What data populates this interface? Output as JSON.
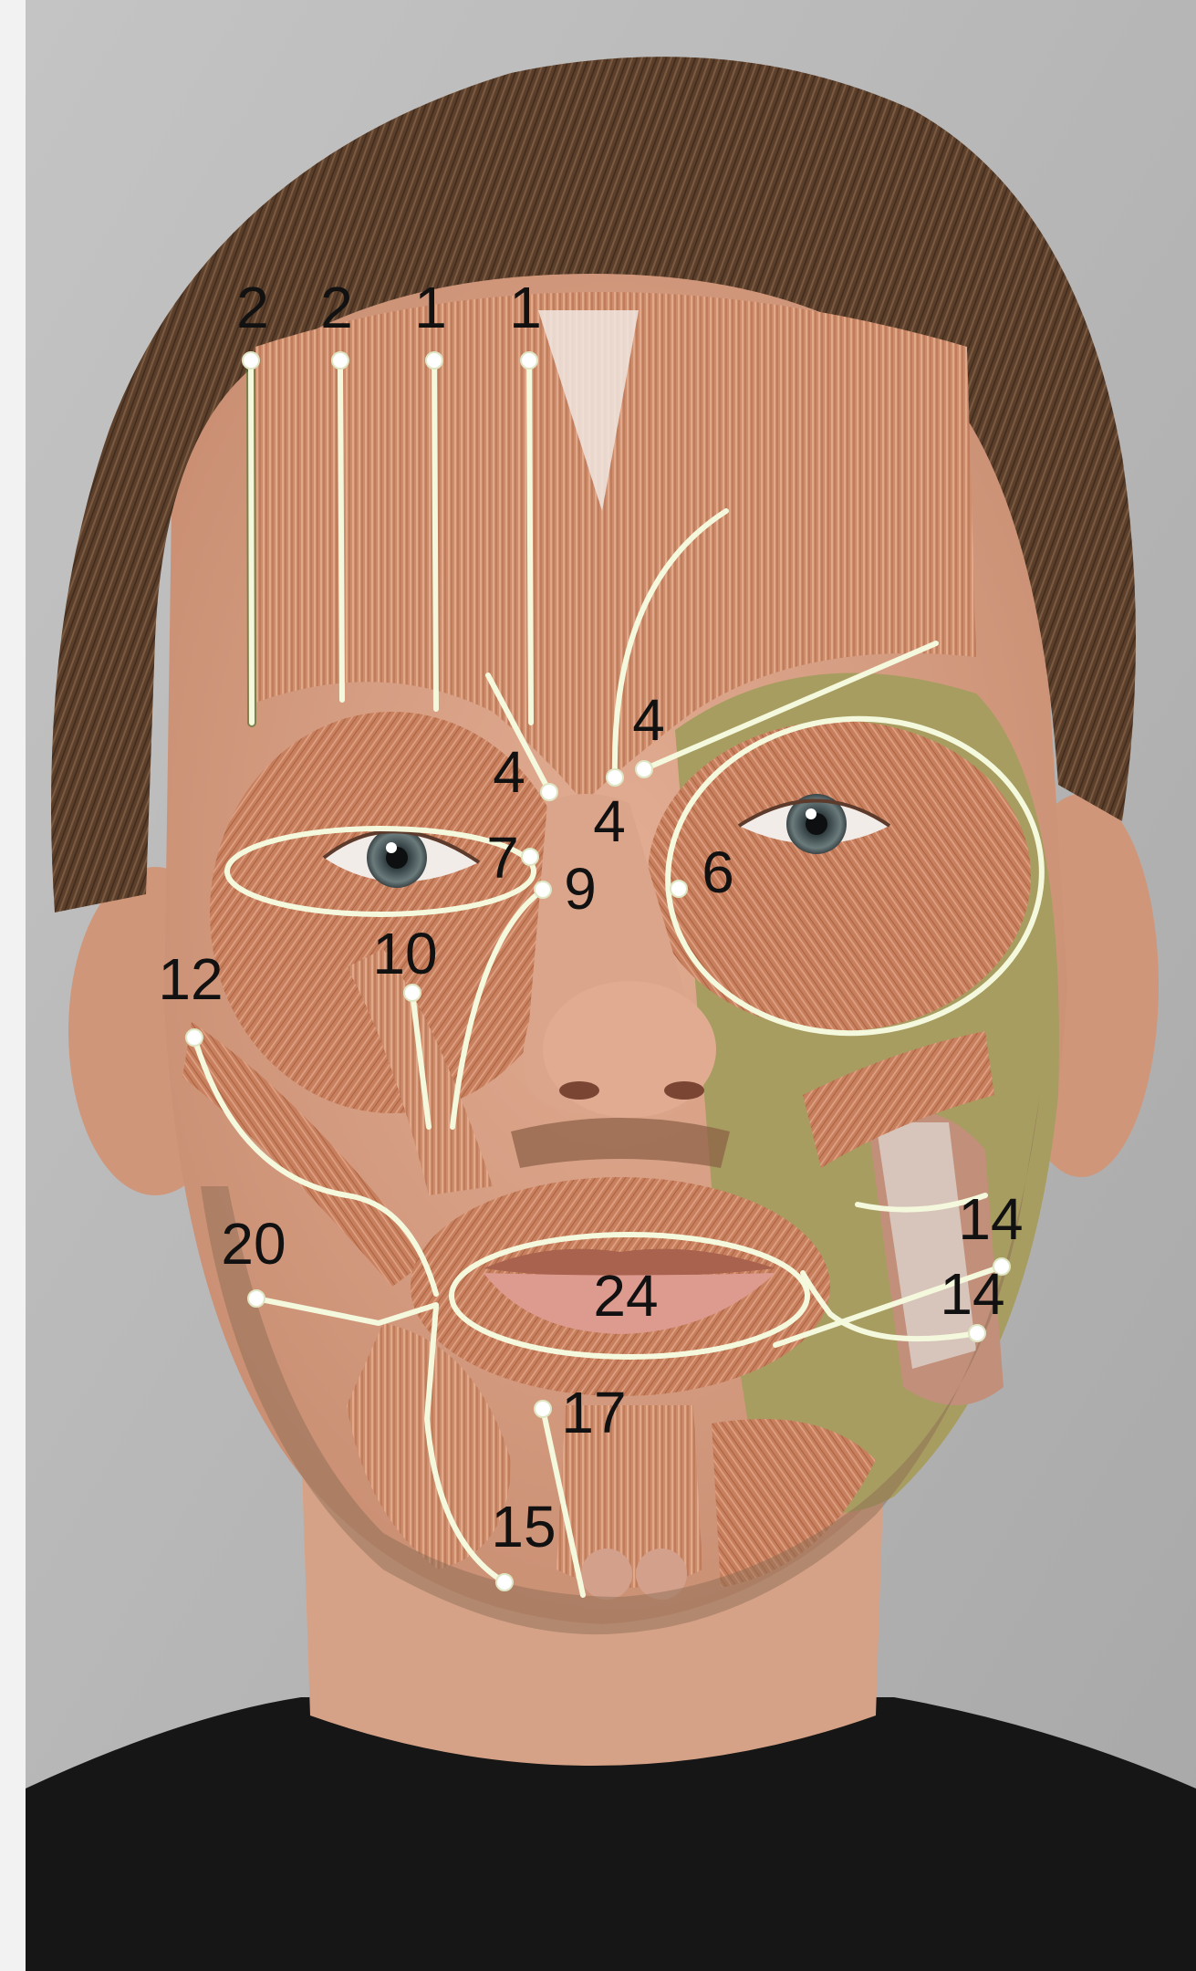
{
  "labels": {
    "l2a": "2",
    "l2b": "2",
    "l1a": "1",
    "l1b": "1",
    "l4a": "4",
    "l4b": "4",
    "l4c": "4",
    "l7": "7",
    "l9": "9",
    "l6": "6",
    "l10": "10",
    "l12": "12",
    "l14a": "14",
    "l14b": "14",
    "l20": "20",
    "l24": "24",
    "l17": "17",
    "l15": "15"
  },
  "colors": {
    "background": "#b9b9b9",
    "muscle": "#c98766",
    "skin": "#d9a288",
    "hair": "#5a3f2c",
    "fat": "#a39a5e",
    "pointer_line": "#f4f8dc",
    "label_text": "#111111",
    "shirt": "#161616"
  }
}
